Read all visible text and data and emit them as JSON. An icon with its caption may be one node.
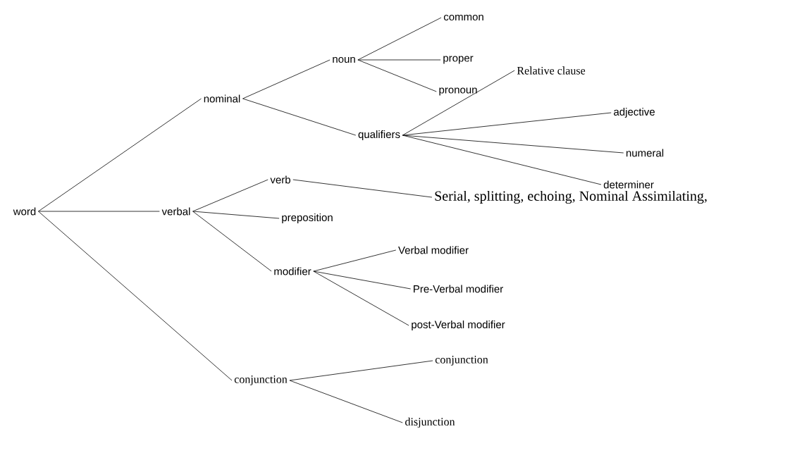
{
  "diagram": {
    "nodes": [
      {
        "text": [
          "word"
        ]
      },
      {
        "text": [
          "nominal"
        ]
      },
      {
        "text": [
          "verbal"
        ]
      },
      {
        "text": [
          "conjunction"
        ]
      },
      {
        "text": [
          "noun"
        ]
      },
      {
        "text": [
          "qualifiers"
        ]
      },
      {
        "text": [
          "common"
        ]
      },
      {
        "text": [
          "proper"
        ]
      },
      {
        "text": [
          "pronoun"
        ]
      },
      {
        "text": [
          "Relative clause"
        ]
      },
      {
        "text": [
          "adjective"
        ]
      },
      {
        "text": [
          "numeral"
        ]
      },
      {
        "text": [
          "determiner"
        ]
      },
      {
        "text": [
          "verb"
        ]
      },
      {
        "text": [
          "Serial, splitting, echoing, Nominal Assimilating,"
        ]
      },
      {
        "text": [
          "preposition"
        ]
      },
      {
        "text": [
          "modifier"
        ]
      },
      {
        "text": [
          "Verbal modifier"
        ]
      },
      {
        "text": [
          "Pre-Verbal modifier"
        ]
      },
      {
        "text": [
          "post-Verbal modifier"
        ]
      },
      {
        "text": [
          "conjunction"
        ]
      },
      {
        "text": [
          "disjunction"
        ]
      }
    ],
    "edges": [
      {
        "from": 0,
        "to": 1,
        "arrow": "none"
      },
      {
        "from": 0,
        "to": 2,
        "arrow": "none"
      },
      {
        "from": 0,
        "to": 3,
        "arrow": "none"
      },
      {
        "from": 1,
        "to": 4,
        "arrow": "none"
      },
      {
        "from": 1,
        "to": 5,
        "arrow": "none"
      },
      {
        "from": 4,
        "to": 6,
        "arrow": "none"
      },
      {
        "from": 4,
        "to": 7,
        "arrow": "none"
      },
      {
        "from": 4,
        "to": 8,
        "arrow": "none"
      },
      {
        "from": 5,
        "to": 9,
        "arrow": "none"
      },
      {
        "from": 5,
        "to": 10,
        "arrow": "none"
      },
      {
        "from": 5,
        "to": 11,
        "arrow": "none"
      },
      {
        "from": 5,
        "to": 12,
        "arrow": "none"
      },
      {
        "from": 2,
        "to": 13,
        "arrow": "none"
      },
      {
        "from": 13,
        "to": 14,
        "arrow": "none"
      },
      {
        "from": 2,
        "to": 15,
        "arrow": "none"
      },
      {
        "from": 2,
        "to": 16,
        "arrow": "none"
      },
      {
        "from": 16,
        "to": 17,
        "arrow": "none"
      },
      {
        "from": 16,
        "to": 18,
        "arrow": "none"
      },
      {
        "from": 16,
        "to": 19,
        "arrow": "none"
      },
      {
        "from": 3,
        "to": 20,
        "arrow": "none"
      },
      {
        "from": 3,
        "to": 21,
        "arrow": "none"
      }
    ]
  }
}
